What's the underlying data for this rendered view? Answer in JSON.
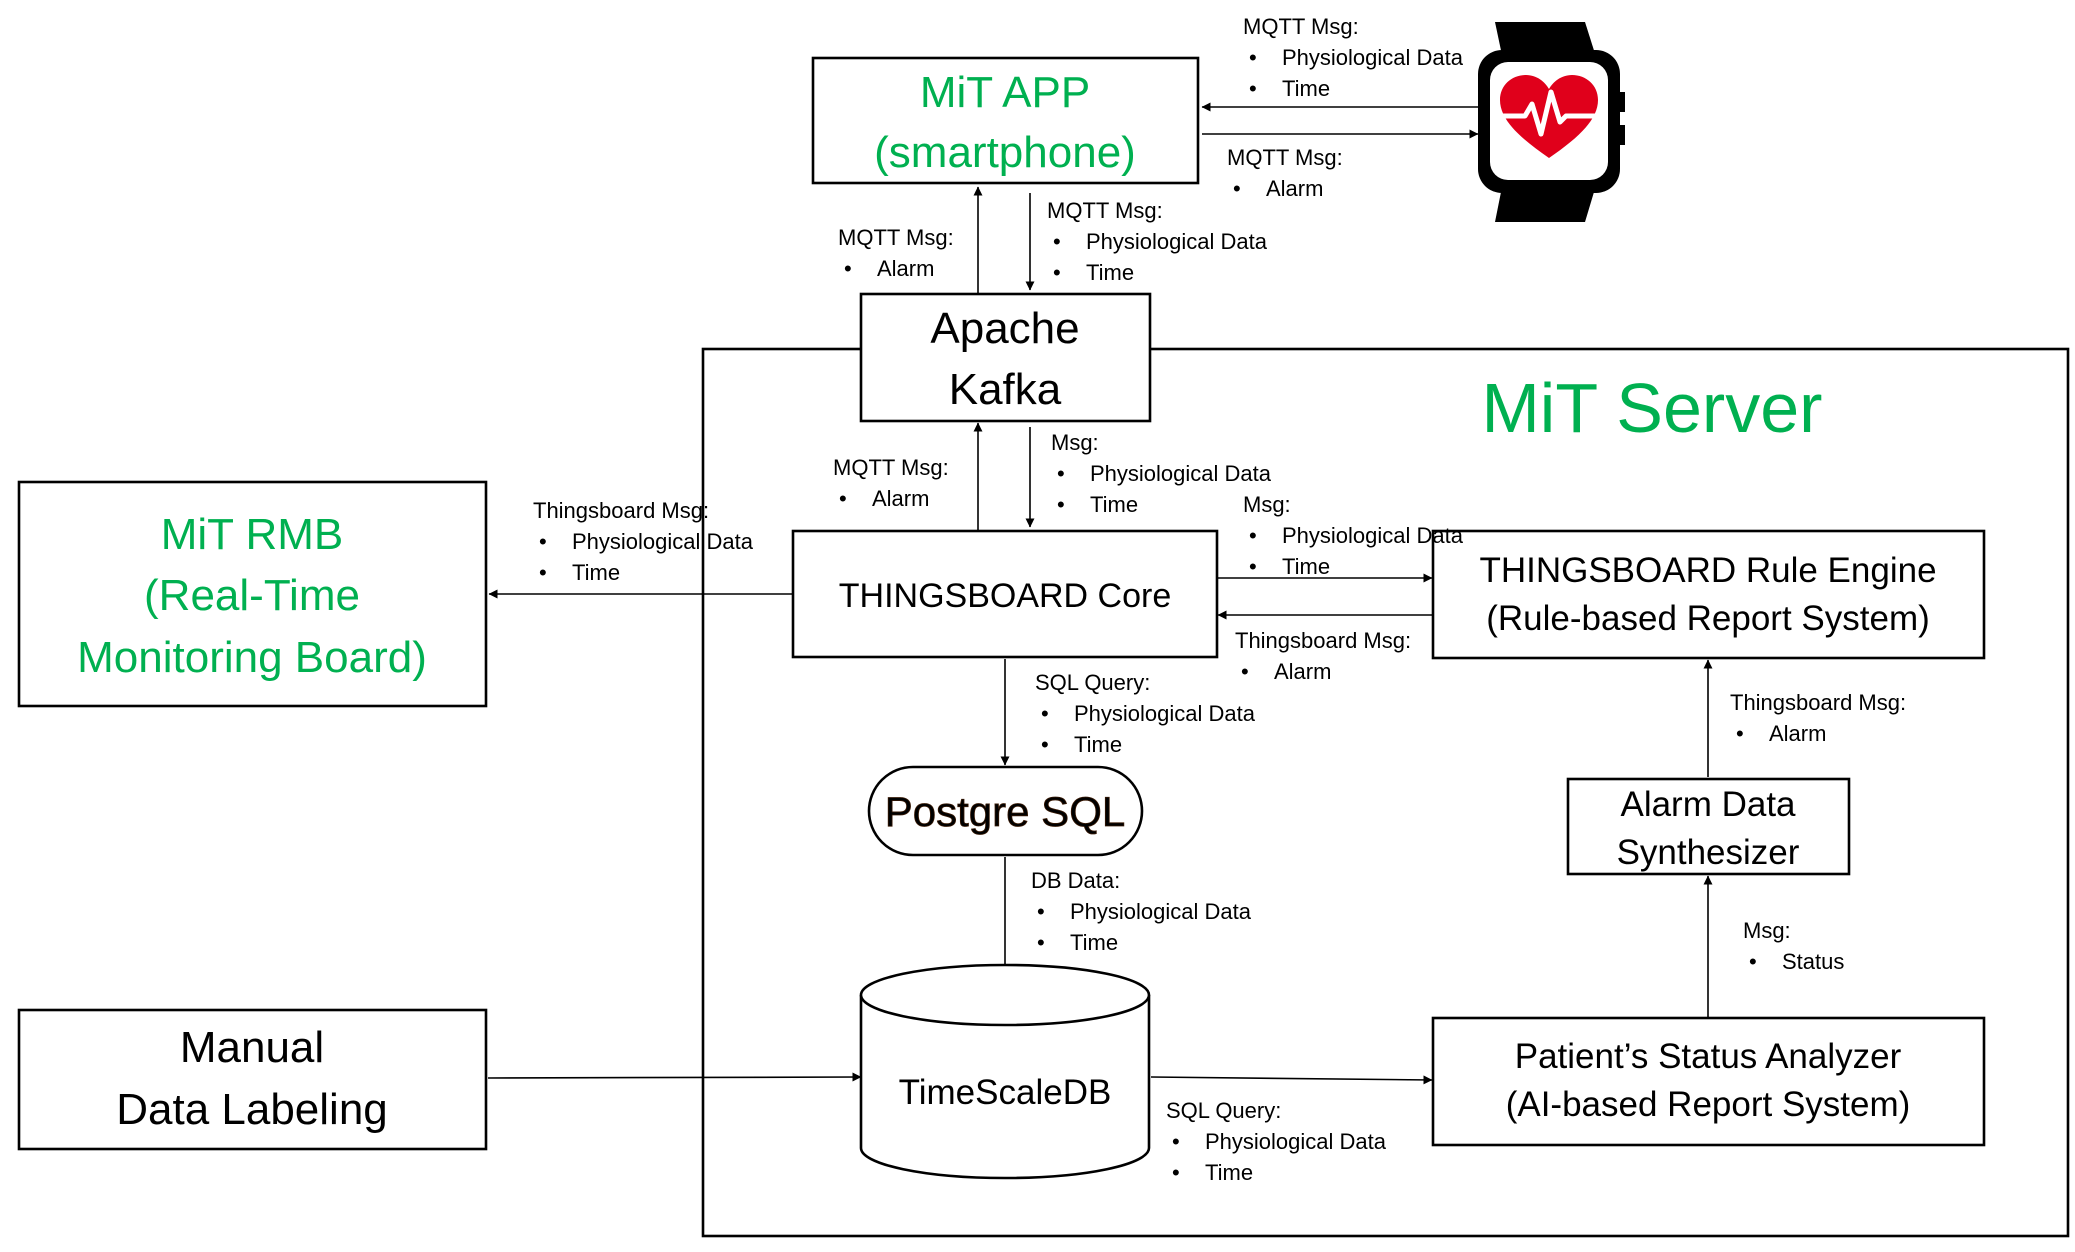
{
  "nodes": {
    "server": {
      "title": "MiT Server"
    },
    "app": {
      "lines": [
        "MiT APP",
        "(smartphone)"
      ]
    },
    "kafka": {
      "lines": [
        "Apache",
        "Kafka"
      ]
    },
    "rmb": {
      "lines": [
        "MiT RMB",
        "(Real-Time",
        "Monitoring Board)"
      ]
    },
    "tb_core": {
      "lines": [
        "THINGSBOARD Core"
      ]
    },
    "tb_rule": {
      "lines": [
        "THINGSBOARD Rule Engine",
        "(Rule-based Report System)"
      ]
    },
    "postgre": {
      "lines": [
        "Postgre SQL"
      ]
    },
    "timescale": {
      "lines": [
        "TimeScaleDB"
      ]
    },
    "alarm_synth": {
      "lines": [
        "Alarm Data",
        "Synthesizer"
      ]
    },
    "analyzer": {
      "lines": [
        "Patient’s Status Analyzer",
        "(AI-based Report System)"
      ]
    },
    "manual": {
      "lines": [
        "Manual",
        "Data Labeling"
      ]
    }
  },
  "watch": {
    "icon": "smartwatch-heart-icon",
    "heart_color": "#e0001b"
  },
  "bullet": "•",
  "labels": {
    "watch_to_app": {
      "title": "MQTT Msg:",
      "items": [
        "Physiological Data",
        "Time"
      ]
    },
    "app_to_watch": {
      "title": "MQTT Msg:",
      "items": [
        "Alarm"
      ]
    },
    "kafka_to_app": {
      "title": "MQTT Msg:",
      "items": [
        "Alarm"
      ]
    },
    "app_to_kafka": {
      "title": "MQTT Msg:",
      "items": [
        "Physiological Data",
        "Time"
      ]
    },
    "core_to_kafka": {
      "title": "MQTT Msg:",
      "items": [
        "Alarm"
      ]
    },
    "kafka_to_core": {
      "title": "Msg:",
      "items": [
        "Physiological Data",
        "Time"
      ]
    },
    "core_to_rmb": {
      "title": "Thingsboard Msg:",
      "items": [
        "Physiological Data",
        "Time"
      ]
    },
    "core_to_rule": {
      "title": "Msg:",
      "items": [
        "Physiological Data",
        "Time"
      ]
    },
    "rule_to_core": {
      "title": "Thingsboard Msg:",
      "items": [
        "Alarm"
      ]
    },
    "core_to_postgre": {
      "title": "SQL Query:",
      "items": [
        "Physiological Data",
        "Time"
      ]
    },
    "postgre_to_timescale": {
      "title": "DB Data:",
      "items": [
        "Physiological Data",
        "Time"
      ]
    },
    "synth_to_rule": {
      "title": "Thingsboard Msg:",
      "items": [
        "Alarm"
      ]
    },
    "analyzer_to_synth": {
      "title": "Msg:",
      "items": [
        "Status"
      ]
    },
    "timescale_to_analyzer": {
      "title": "SQL Query:",
      "items": [
        "Physiological Data",
        "Time"
      ]
    }
  },
  "colors": {
    "accent_green": "#00b050",
    "postgre_text": "#c55a11"
  }
}
